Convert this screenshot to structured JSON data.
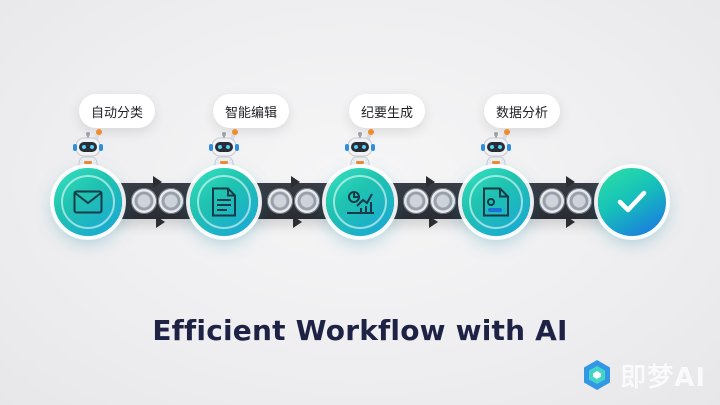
{
  "steps": [
    {
      "label": "自动分类",
      "icon": "mail-icon"
    },
    {
      "label": "智能编辑",
      "icon": "document-icon"
    },
    {
      "label": "纪要生成",
      "icon": "chart-icon"
    },
    {
      "label": "数据分析",
      "icon": "file-chart-icon"
    }
  ],
  "final_icon": "check-icon",
  "title": "Efficient Workflow with AI",
  "watermark": {
    "text": "即梦AI",
    "logo": "jimeng-logo"
  },
  "colors": {
    "node_gradient_start": "#37e3c0",
    "node_gradient_end": "#1aa5d9",
    "final_gradient_end": "#1b6fe6",
    "belt": "#2a2c33",
    "title": "#1e2345"
  }
}
